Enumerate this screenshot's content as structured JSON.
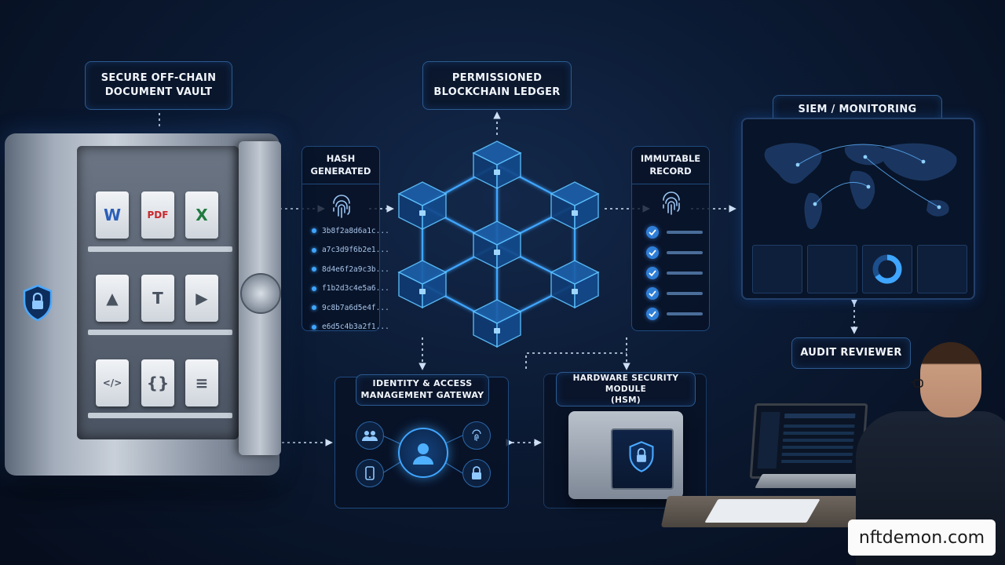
{
  "labels": {
    "vault": "SECURE OFF-CHAIN\nDOCUMENT VAULT",
    "ledger": "PERMISSIONED\nBLOCKCHAIN LEDGER",
    "siem": "SIEM / MONITORING",
    "hash": "HASH\nGENERATED",
    "immutable": "IMMUTABLE\nRECORD",
    "auditor": "AUDIT REVIEWER",
    "iam": "IDENTITY & ACCESS\nMANAGEMENT GATEWAY",
    "hsm": "HARDWARE SECURITY MODULE\n(HSM)"
  },
  "hashes": [
    "3b8f2a8d6a1c...",
    "a7c3d9f6b2e1...",
    "8d4e6f2a9c3b...",
    "f1b2d3c4e5a6...",
    "9c8b7a6d5e4f...",
    "e6d5c4b3a2f1..."
  ],
  "immutable_checks": 5,
  "vault_docs": [
    {
      "icon": "word-document-icon",
      "glyph": "W",
      "color": "#2b5fb8"
    },
    {
      "icon": "pdf-document-icon",
      "glyph": "PDF",
      "color": "#c8282b"
    },
    {
      "icon": "excel-document-icon",
      "glyph": "X",
      "color": "#1f7a3f"
    },
    {
      "icon": "image-document-icon",
      "glyph": "▲",
      "color": "#4a5360"
    },
    {
      "icon": "text-document-icon",
      "glyph": "T",
      "color": "#4a5360"
    },
    {
      "icon": "video-document-icon",
      "glyph": "▶",
      "color": "#4a5360"
    },
    {
      "icon": "code-document-icon",
      "glyph": "</>",
      "color": "#4a5360"
    },
    {
      "icon": "json-document-icon",
      "glyph": "{}",
      "color": "#4a5360"
    },
    {
      "icon": "database-document-icon",
      "glyph": "≡",
      "color": "#4a5360"
    }
  ],
  "iam_icons": [
    "users-icon",
    "fingerprint-icon",
    "mobile-icon",
    "lock-icon"
  ],
  "colors": {
    "accent": "#3fa6ff",
    "background": "#0b1a33",
    "panel_border": "#2c5a8f"
  },
  "watermark": "nftdemon.com"
}
